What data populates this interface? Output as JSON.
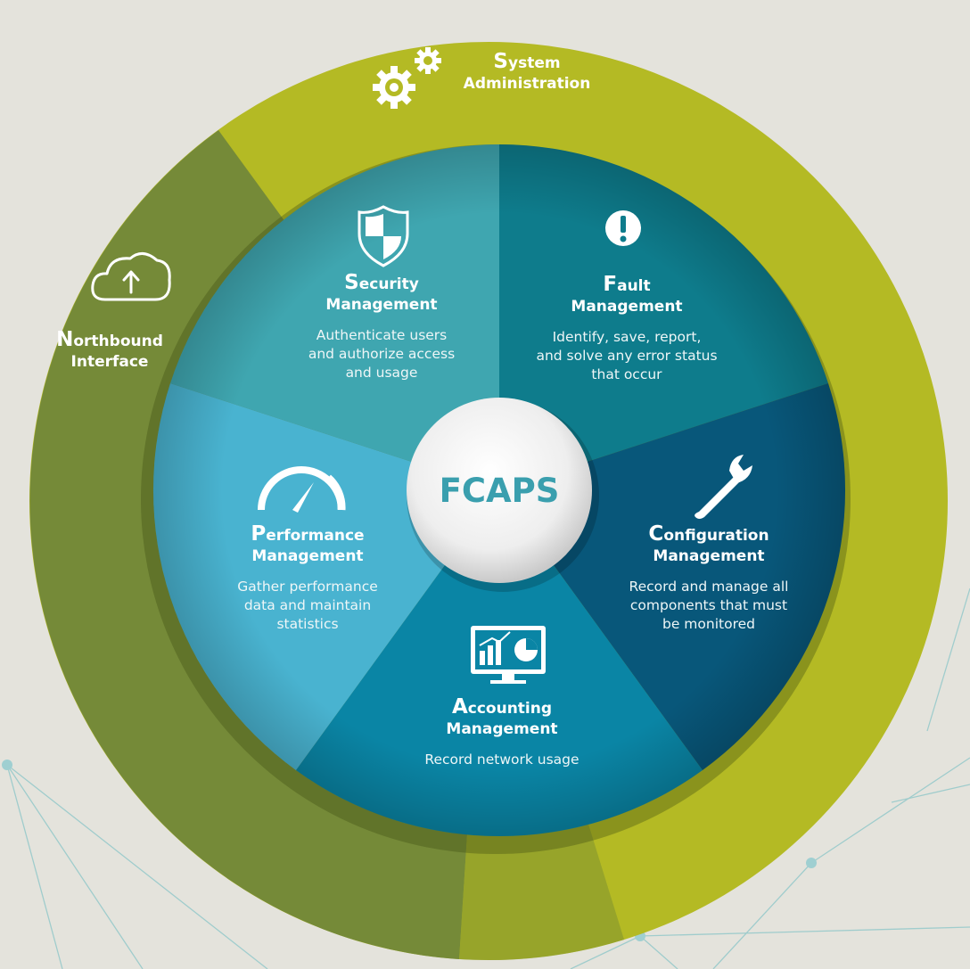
{
  "center": {
    "label": "FCAPS"
  },
  "outer": {
    "system_administration": {
      "cap": "S",
      "rest": "ystem",
      "line2": "Administration",
      "icon": "gears-icon"
    },
    "northbound_interface": {
      "cap": "N",
      "rest": "orthbound",
      "line2": "Interface",
      "icon": "cloud-upload-icon"
    }
  },
  "segments": {
    "security": {
      "cap": "S",
      "rest": "ecurity",
      "line2": "Management",
      "desc": [
        "Authenticate users",
        "and authorize access",
        "and usage"
      ],
      "icon": "shield-icon",
      "color": "#3fa6b0"
    },
    "fault": {
      "cap": "F",
      "rest": "ault",
      "line2": "Management",
      "desc": [
        "Identify, save, report,",
        "and solve any error status",
        "that occur"
      ],
      "icon": "exclamation-icon",
      "color": "#0e7c8c"
    },
    "configuration": {
      "cap": "C",
      "rest": "onfiguration",
      "line2": "Management",
      "desc": [
        "Record and manage all",
        "components that must",
        "be monitored"
      ],
      "icon": "wrench-icon",
      "color": "#08577a"
    },
    "accounting": {
      "cap": "A",
      "rest": "ccounting",
      "line2": "Management",
      "desc": [
        "Record network usage"
      ],
      "icon": "monitor-chart-icon",
      "color": "#0a85a5"
    },
    "performance": {
      "cap": "P",
      "rest": "erformance",
      "line2": "Management",
      "desc": [
        "Gather performance",
        "data and maintain",
        "statistics"
      ],
      "icon": "speedometer-icon",
      "color": "#49b3d0"
    }
  },
  "colors": {
    "background": "#e4e3dc",
    "ring_lime": "#b4ba24",
    "ring_olive": "#758a38",
    "text": "#ffffff",
    "center_text": "#3a9fae"
  }
}
